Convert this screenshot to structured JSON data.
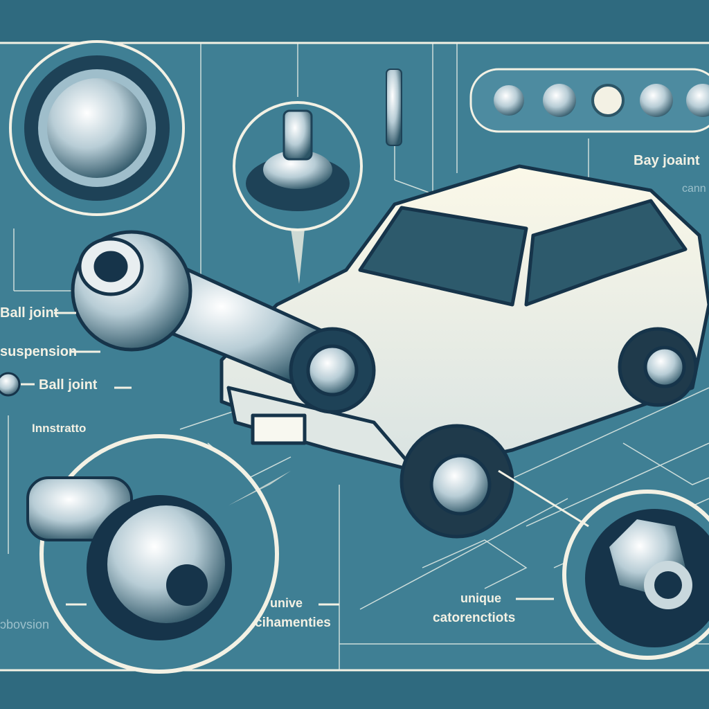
{
  "labels": {
    "ball_joint_top": "Ball joint",
    "suspension": "suspension",
    "ball_joint": "Ball joint",
    "instrument": "Innstratto",
    "bay_joint": "Bay joaint",
    "can": "cann",
    "unive": "unive",
    "characteristics": "cihamenties",
    "unique": "unique",
    "caracteristics": "catorenctiots",
    "provision": "ɔbovsion"
  },
  "colors": {
    "background": "#3f7f94",
    "line": "#f3f1e4",
    "dark": "#16344a",
    "border": "#2c6679"
  }
}
